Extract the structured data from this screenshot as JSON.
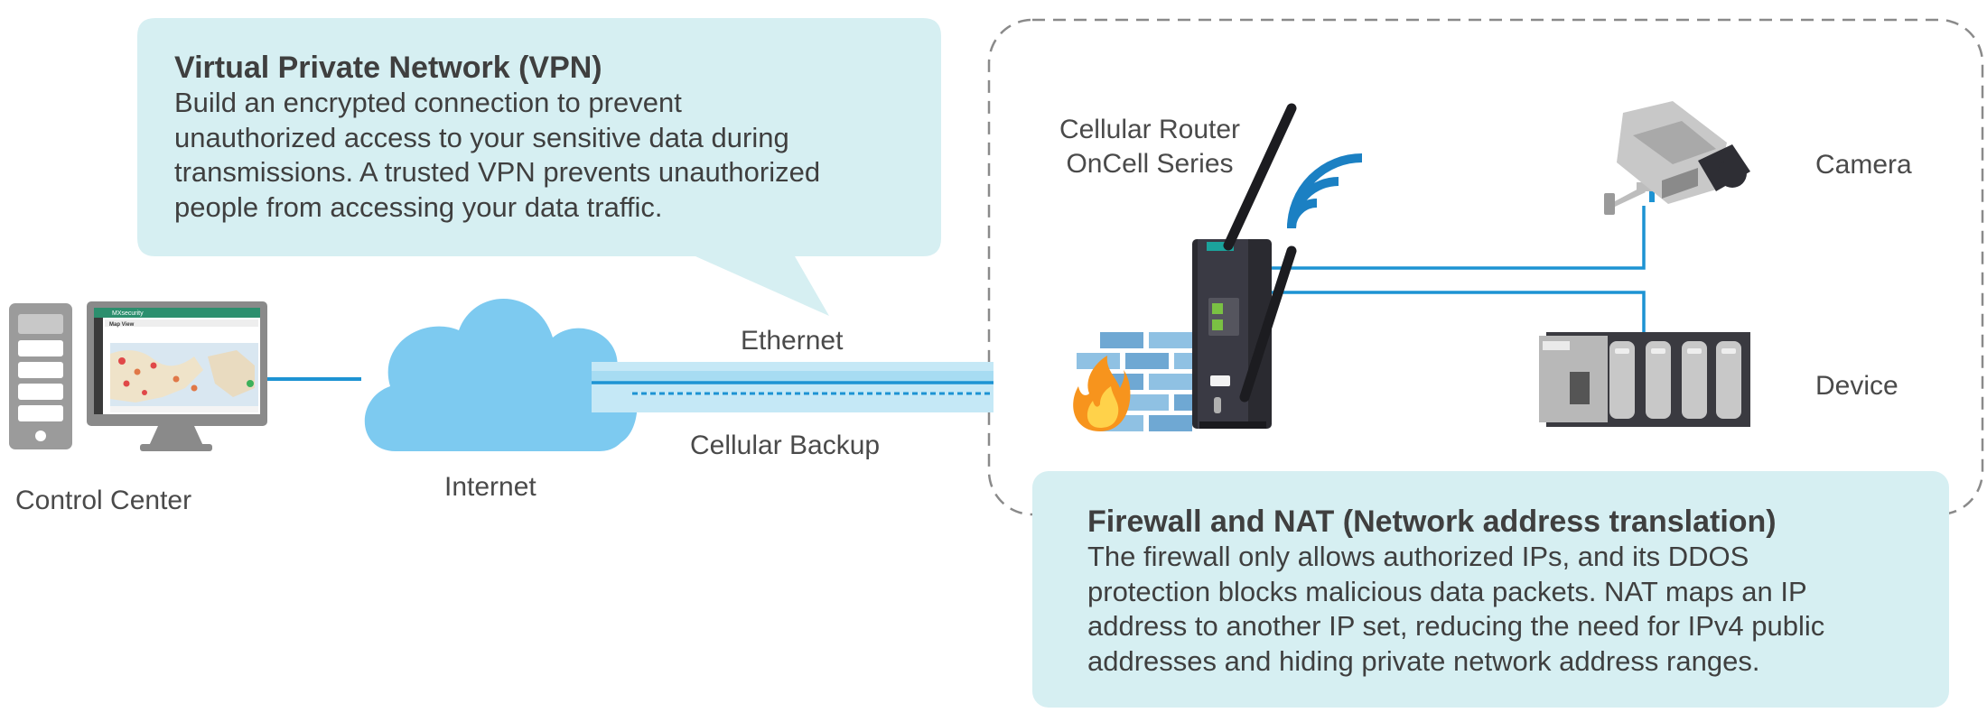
{
  "vpn": {
    "title": "Virtual Private Network (VPN)",
    "lines": [
      "Build an encrypted connection to prevent",
      "unauthorized access to your sensitive data during",
      "transmissions. A trusted VPN prevents unauthorized",
      "people from accessing your data traffic."
    ]
  },
  "firewall": {
    "title": "Firewall and NAT (Network address translation)",
    "lines": [
      "The firewall only allows authorized IPs, and its DDOS",
      "protection blocks malicious data packets. NAT maps an IP",
      "address to another IP set, reducing the need for IPv4 public",
      "addresses and hiding private network address ranges."
    ]
  },
  "labels": {
    "ethernet": "Ethernet",
    "cellular_backup": "Cellular Backup",
    "internet": "Internet",
    "control_center": "Control Center",
    "router_line1": "Cellular Router",
    "router_line2": "OnCell Series",
    "camera": "Camera",
    "device": "Device"
  },
  "screen": {
    "app_name": "MXsecurity",
    "view_title": "Map View"
  },
  "colors": {
    "callout_bg": "#d6eff2",
    "link_blue": "#1d93d3",
    "cloud": "#7dcaf0",
    "wifi": "#1b80c3",
    "dashed_border": "#8a8a8a",
    "router_body": "#2f2f36",
    "flame": "#f7941d"
  }
}
